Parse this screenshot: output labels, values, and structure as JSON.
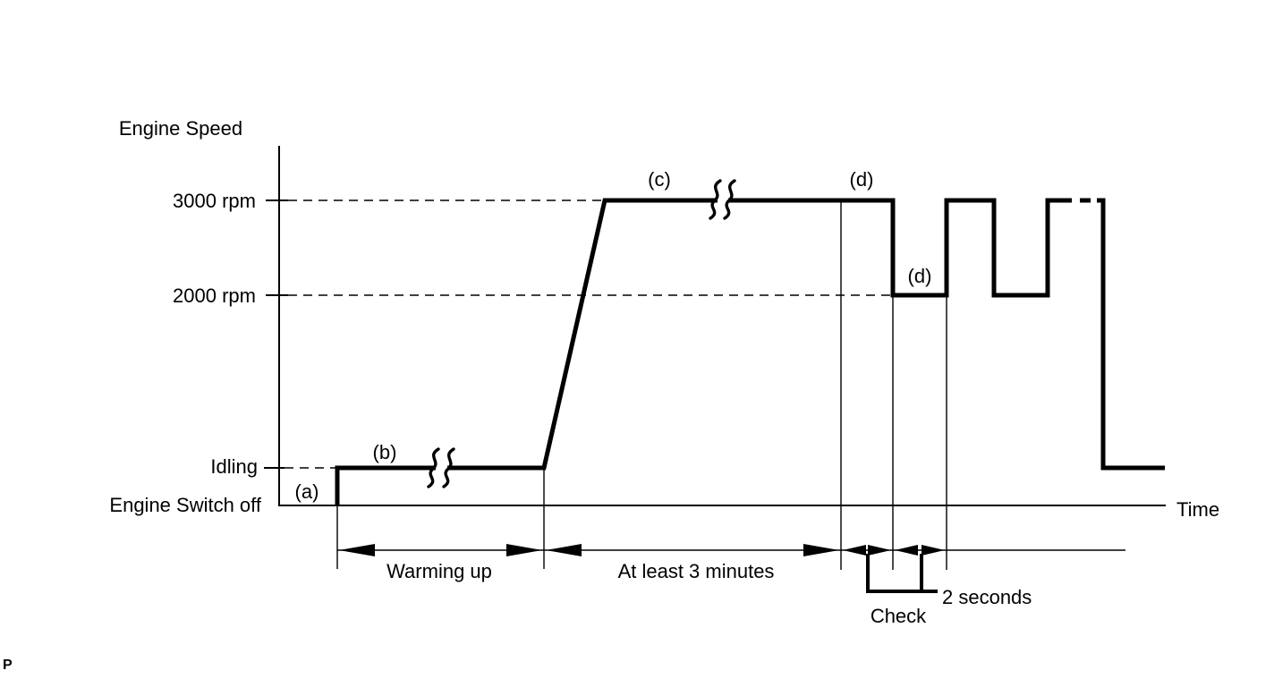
{
  "colors": {
    "ink": "#000000",
    "paper": "#ffffff"
  },
  "y_axis": {
    "title": "Engine Speed",
    "labels": {
      "rpm3000": "3000 rpm",
      "rpm2000": "2000 rpm",
      "idling": "Idling",
      "engine_off": "Engine Switch off"
    }
  },
  "x_axis": {
    "title": "Time"
  },
  "callouts": {
    "a": "(a)",
    "b": "(b)",
    "c": "(c)",
    "d_upper": "(d)",
    "d_lower": "(d)"
  },
  "spans": {
    "warming_up": "Warming up",
    "three_minutes": "At least 3 minutes",
    "check": "Check",
    "two_seconds": "2 seconds"
  },
  "page_marker": "P",
  "chart_data": {
    "type": "line",
    "xlabel": "Time",
    "ylabel": "Engine Speed",
    "y_levels": [
      "Engine Switch off",
      "Idling",
      "2000 rpm",
      "3000 rpm"
    ],
    "segments": [
      {
        "label": "(a)",
        "shape": "step-up",
        "from": "Engine Switch off",
        "to": "Idling"
      },
      {
        "label": "(b)",
        "shape": "hold",
        "level": "Idling",
        "span": "Warming up",
        "axis_break": true
      },
      {
        "label": "",
        "shape": "ramp-up",
        "from": "Idling",
        "to": "3000 rpm"
      },
      {
        "label": "(c)",
        "shape": "hold",
        "level": "3000 rpm",
        "span": "At least 3 minutes",
        "axis_break": true
      },
      {
        "label": "(d)",
        "shape": "step-down hold",
        "level": "2000 rpm",
        "span": "2 seconds"
      },
      {
        "label": "(d)",
        "shape": "alternating",
        "pattern": "3000 rpm / 2000 rpm repeated per check interval",
        "check_period": "2 seconds",
        "check_label": "Check"
      },
      {
        "label": "",
        "shape": "continues dashed at 3000 rpm, then returns to Idling"
      }
    ],
    "dimension_spans": [
      "Warming up",
      "At least 3 minutes",
      "Check",
      "2 seconds"
    ],
    "grid": "dashed guide lines at 3000 rpm, 2000 rpm and Idling levels"
  }
}
